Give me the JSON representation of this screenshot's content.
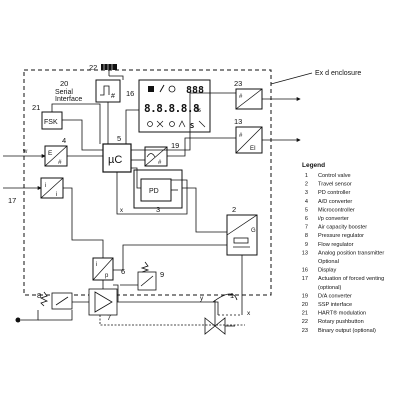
{
  "labels": {
    "enclosure": "Ex d enclosure",
    "serial_interface": "Serial\nInterface",
    "fsk": "FSK",
    "pd": "PD",
    "mu_c": "µC",
    "e": "E",
    "ei": "EI",
    "i": "i",
    "p": "p",
    "hash": "#",
    "g": "G",
    "x": "x",
    "w": "w",
    "y": "y"
  },
  "display": {
    "digits": "888",
    "big_digits": "8.8.8.8.8",
    "unit": "%",
    "s": "S"
  },
  "numbers": {
    "n1": "1",
    "n2": "2",
    "n3": "3",
    "n4": "4",
    "n5": "5",
    "n6": "6",
    "n7": "7",
    "n8": "8",
    "n9": "9",
    "n13": "13",
    "n16": "16",
    "n17": "17",
    "n19": "19",
    "n20": "20",
    "n21": "21",
    "n22": "22",
    "n23": "23"
  },
  "legend": {
    "title": "Legend",
    "items": [
      {
        "num": "1",
        "text": "Control valve"
      },
      {
        "num": "2",
        "text": "Travel sensor"
      },
      {
        "num": "3",
        "text": "PD controller"
      },
      {
        "num": "4",
        "text": "A/D converter"
      },
      {
        "num": "5",
        "text": "Microcontroller"
      },
      {
        "num": "6",
        "text": "i/p converter"
      },
      {
        "num": "7",
        "text": "Air capacity booster"
      },
      {
        "num": "8",
        "text": "Pressure regulator"
      },
      {
        "num": "9",
        "text": "Flow regulator"
      },
      {
        "num": "13",
        "text": "Analog position transmitter"
      },
      {
        "num": "",
        "text": "Optional"
      },
      {
        "num": "16",
        "text": "Display"
      },
      {
        "num": "17",
        "text": "Actuation of forced venting"
      },
      {
        "num": "",
        "text": "(optional)"
      },
      {
        "num": "19",
        "text": "D/A converter"
      },
      {
        "num": "20",
        "text": "SSP interface"
      },
      {
        "num": "21",
        "text": "HART® modulation"
      },
      {
        "num": "22",
        "text": "Rotary pushbutton"
      },
      {
        "num": "23",
        "text": "Binary output (optional)"
      }
    ]
  },
  "colors": {
    "line": "#111111",
    "background": "#ffffff"
  }
}
